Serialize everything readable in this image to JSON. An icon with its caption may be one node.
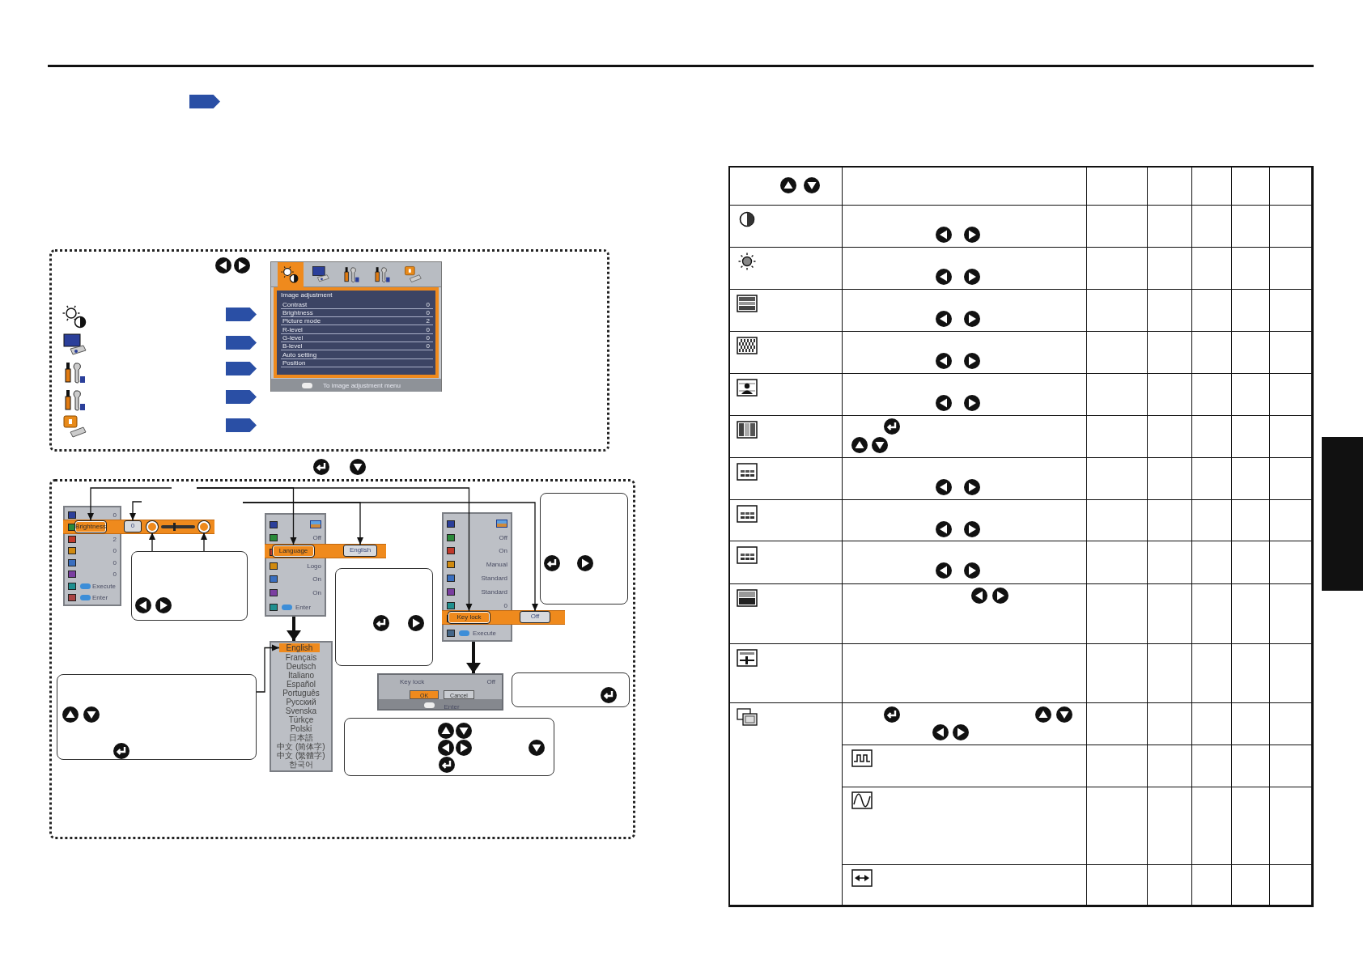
{
  "diagram": {
    "nodes": [
      {
        "text": [
          "Image adjustment",
          "Contrast",
          "0",
          "Brightness",
          "0",
          "Picture mode",
          "2",
          "R-level",
          "0",
          "G-level",
          "0",
          "B-level",
          "0",
          "Auto setting",
          "Position",
          "To image adjustment menu"
        ]
      },
      {
        "text": [
          "0",
          "2",
          "0",
          "0",
          "0",
          "Execute",
          "Enter"
        ]
      },
      {
        "text": [
          "Brightness"
        ],
        "in": 1
      },
      {
        "text": [
          "0"
        ]
      },
      {
        "text": [],
        "shape": "circle"
      },
      {
        "text": [],
        "shape": "circle"
      },
      {
        "text": [],
        "shape": "box"
      },
      {
        "text": [
          "Off",
          "Logo",
          "On",
          "On",
          "Enter"
        ]
      },
      {
        "text": [
          "Language"
        ],
        "in": 7
      },
      {
        "text": [
          "English"
        ]
      },
      {
        "text": [
          "Off",
          "On",
          "Manual",
          "Standard",
          "Standard",
          "0",
          "Execute"
        ]
      },
      {
        "text": [
          "Key lock"
        ],
        "in": 10
      },
      {
        "text": [
          "Off"
        ]
      },
      {
        "text": [],
        "shape": "box"
      },
      {
        "text": [],
        "shape": "box"
      },
      {
        "text": [
          "Français",
          "Deutsch",
          "Italiano",
          "Español",
          "Português",
          "Русский",
          "Svenska",
          "Türkçe",
          "Polski",
          "日本語",
          "中文 (简体字)",
          "中文 (繁體字)",
          "한국어"
        ]
      },
      {
        "text": [
          "English"
        ],
        "in": 15
      },
      {
        "text": [
          "Key lock",
          "Off",
          "OK",
          "Cancel",
          "Enter"
        ]
      },
      {
        "text": [],
        "shape": "box"
      },
      {
        "text": [],
        "shape": "box"
      },
      {
        "text": [],
        "shape": "box"
      },
      {
        "text": [],
        "shape": "bar"
      }
    ],
    "edges": [
      {
        "from": null,
        "to": 2,
        "arrow": "to"
      },
      {
        "from": null,
        "to": 8,
        "arrow": "to"
      },
      {
        "from": null,
        "to": 11,
        "arrow": "to"
      },
      {
        "from": null,
        "to": 3,
        "arrow": "to"
      },
      {
        "from": null,
        "to": 9,
        "arrow": "to"
      },
      {
        "from": null,
        "to": 12,
        "arrow": "to"
      },
      {
        "from": 6,
        "to": 4,
        "arrow": "to"
      },
      {
        "from": 6,
        "to": 5,
        "arrow": "to"
      },
      {
        "from": 19,
        "to": 16,
        "arrow": "to"
      },
      {
        "from": 7,
        "to": 15,
        "arrow": "to",
        "style": "thick"
      },
      {
        "from": 10,
        "to": 17,
        "arrow": "to",
        "style": "thick"
      }
    ]
  }
}
